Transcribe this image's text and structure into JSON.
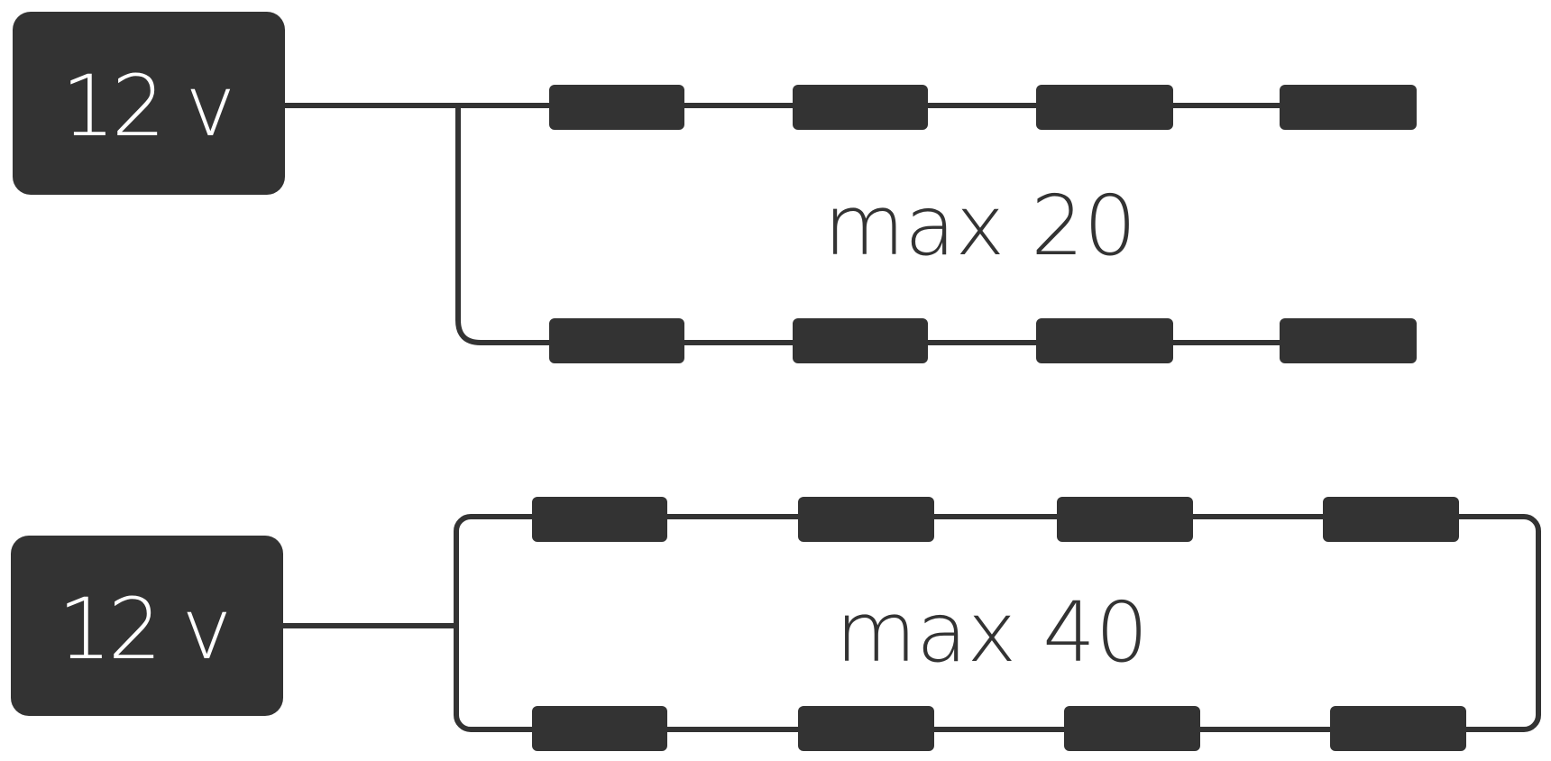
{
  "diagrams": [
    {
      "power_supply_label": "12 v",
      "max_label": "max 20",
      "topology": "branched",
      "rows": [
        {
          "modules": 4
        },
        {
          "modules": 4
        }
      ]
    },
    {
      "power_supply_label": "12 v",
      "max_label": "max 40",
      "topology": "loop",
      "rows": [
        {
          "modules": 4
        },
        {
          "modules": 4
        }
      ]
    }
  ],
  "colors": {
    "ink": "#333333",
    "background": "#ffffff",
    "psu_text": "#ffffff"
  }
}
